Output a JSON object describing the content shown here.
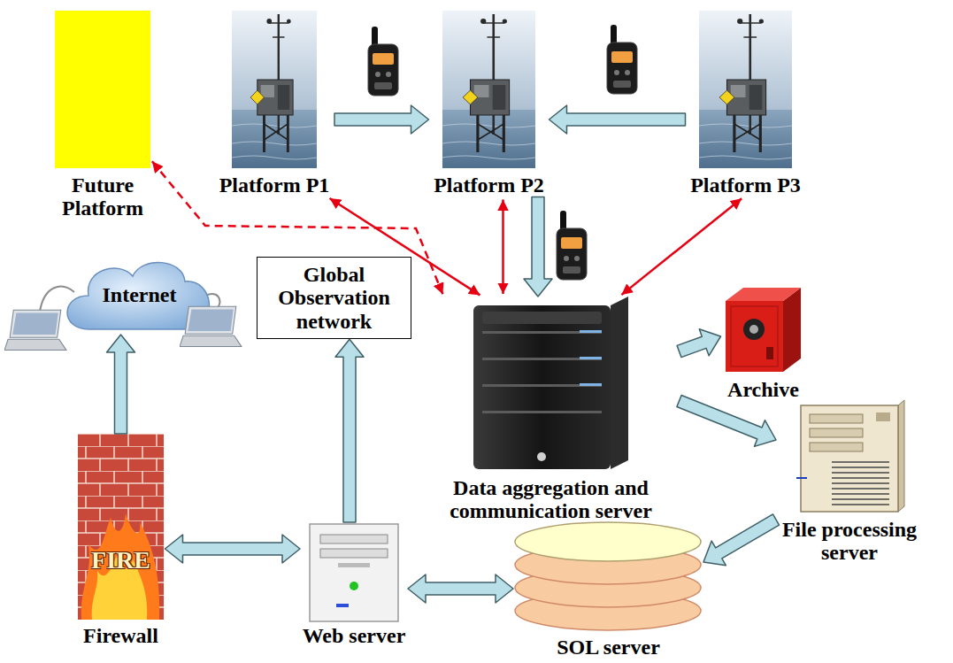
{
  "diagram": {
    "nodes": [
      {
        "text": [
          "Future Platform"
        ]
      },
      {
        "text": [
          "Platform P1"
        ]
      },
      {
        "text": [
          "Platform P2"
        ]
      },
      {
        "text": [
          "Platform P3"
        ]
      },
      {
        "text": [
          "Internet"
        ]
      },
      {
        "text": [
          "Global Observation network"
        ]
      },
      {
        "text": [
          "Data aggregation and communication server"
        ]
      },
      {
        "text": [
          "Archive"
        ]
      },
      {
        "text": [
          "File processing server"
        ]
      },
      {
        "text": [
          "FIRE",
          "Firewall"
        ]
      },
      {
        "text": [
          "Web server"
        ]
      },
      {
        "text": [
          "SOL server"
        ]
      }
    ],
    "edges": [
      {
        "from": 1,
        "to": 2,
        "arrow": "to"
      },
      {
        "from": 3,
        "to": 2,
        "arrow": "to"
      },
      {
        "from": 2,
        "to": 6,
        "arrow": "to"
      },
      {
        "from": 1,
        "to": 6,
        "arrow": "both"
      },
      {
        "from": 2,
        "to": 6,
        "arrow": "both"
      },
      {
        "from": 3,
        "to": 6,
        "arrow": "both"
      },
      {
        "from": 0,
        "to": 6,
        "arrow": "both"
      },
      {
        "from": 6,
        "to": 7,
        "arrow": "to"
      },
      {
        "from": 6,
        "to": 8,
        "arrow": "to"
      },
      {
        "from": 8,
        "to": 11,
        "arrow": "to"
      },
      {
        "from": 10,
        "to": 11,
        "arrow": "both"
      },
      {
        "from": 10,
        "to": 5,
        "arrow": "to"
      },
      {
        "from": 9,
        "to": 10,
        "arrow": "both"
      },
      {
        "from": 9,
        "to": 4,
        "arrow": "to"
      }
    ]
  }
}
